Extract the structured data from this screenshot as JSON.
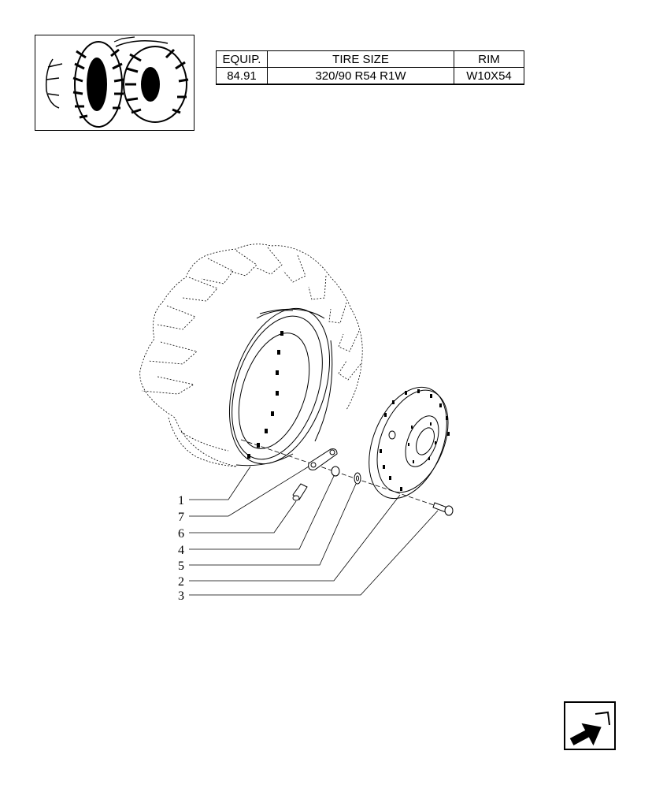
{
  "spec_table": {
    "headers": [
      "EQUIP.",
      "TIRE SIZE",
      "RIM"
    ],
    "row": [
      "84.91",
      "320/90 R54 R1W",
      "W10X54"
    ]
  },
  "callouts": [
    {
      "num": "1",
      "part": "rim"
    },
    {
      "num": "7",
      "part": "clamp"
    },
    {
      "num": "6",
      "part": "valve"
    },
    {
      "num": "4",
      "part": "nut"
    },
    {
      "num": "5",
      "part": "washer"
    },
    {
      "num": "2",
      "part": "wheel-disc"
    },
    {
      "num": "3",
      "part": "bolt"
    }
  ],
  "icons": {
    "thumbnail": "tractor-wheel-thumbnail",
    "navigation": "arrow-next-page-icon"
  },
  "colors": {
    "ink": "#000000",
    "background": "#ffffff"
  }
}
